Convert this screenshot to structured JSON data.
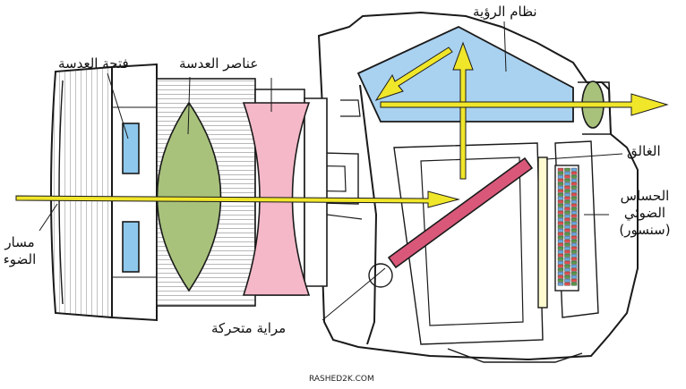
{
  "labels": {
    "viewfinder": "نظام الرؤية",
    "lens_elements": "عناصر العدسة",
    "aperture": "فتحة العدسة",
    "shutter": "الغالق",
    "sensor_line1": "الحساس",
    "sensor_line2": "الضوئي",
    "sensor_line3": "(سنسور)",
    "light_path_line1": "مسار",
    "light_path_line2": "الضوء",
    "mirror": "مراية متحركة"
  },
  "credit": "RASHED2K.COM",
  "colors": {
    "light_ray": "#f0e62a",
    "lens_convex": "#a8c27c",
    "lens_concave": "#f4b8c8",
    "aperture_blades": "#8ec8ec",
    "prism": "#a9d1f0",
    "mirror": "#d9587a",
    "eyepiece": "#a8c27c",
    "outline": "#1a1a1a"
  }
}
